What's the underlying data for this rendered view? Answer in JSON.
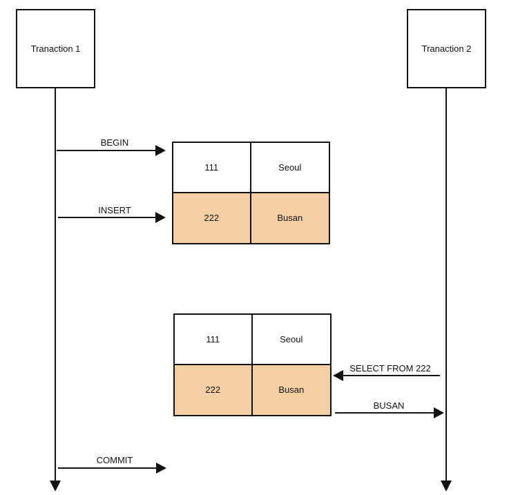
{
  "transactions": [
    {
      "label": "Tranaction 1"
    },
    {
      "label": "Tranaction 2"
    }
  ],
  "messages": {
    "begin": "BEGIN",
    "insert": "INSERT",
    "select": "SELECT FROM 222",
    "busan_result": "BUSAN",
    "commit": "COMMIT"
  },
  "tables": [
    {
      "rows": [
        [
          "111",
          "Seoul"
        ],
        [
          "222",
          "Busan"
        ]
      ]
    },
    {
      "rows": [
        [
          "111",
          "Seoul"
        ],
        [
          "222",
          "Busan"
        ]
      ]
    }
  ],
  "colors": {
    "line": "#111111",
    "highlight_row": "#f3cfa3",
    "background": "#ffffff"
  }
}
